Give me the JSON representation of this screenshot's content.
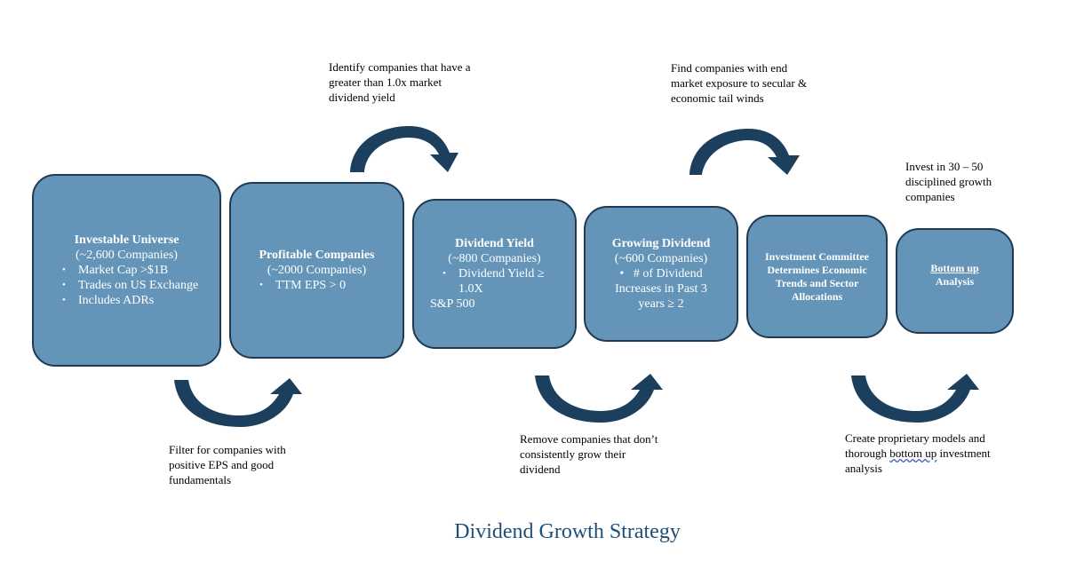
{
  "boxes": {
    "universe": {
      "title": "Investable Universe",
      "sub": "(~2,600 Companies)",
      "bullets": [
        "Market Cap >$1B",
        "Trades on US Exchange",
        "Includes ADRs"
      ]
    },
    "profitable": {
      "title": "Profitable Companies",
      "sub": "(~2000 Companies)",
      "bullets": [
        "TTM EPS > 0"
      ]
    },
    "yield": {
      "title": "Dividend Yield",
      "sub": "(~800 Companies)",
      "bullet_line1": "Dividend Yield ≥ 1.0X",
      "bullet_line2": "S&P 500"
    },
    "growing": {
      "title": "Growing Dividend",
      "sub": "(~600 Companies)",
      "bullet_line1": "# of Dividend",
      "bullet_line2": "Increases in Past 3",
      "bullet_line3": "years ≥ 2"
    },
    "committee": {
      "line1": "Investment Committee",
      "line2": "Determines Economic",
      "line3": "Trends and Sector",
      "line4": "Allocations"
    },
    "bottomup": {
      "line1": "Bottom up",
      "line2": "Analysis"
    }
  },
  "notes": {
    "yield_note": [
      "Identify companies that have a",
      "greater than 1.0x market",
      "dividend yield"
    ],
    "secular_note": [
      "Find companies with end",
      "market exposure to secular &",
      "economic tail winds"
    ],
    "invest_note": [
      "Invest in 30 – 50",
      "disciplined growth",
      "companies"
    ],
    "filter_note": [
      "Filter for companies with",
      "positive EPS and good",
      "fundamentals"
    ],
    "remove_note": [
      "Remove companies that don’t",
      "consistently grow their",
      "dividend"
    ],
    "models_note": {
      "line1": "Create proprietary models and",
      "line2_pre": "thorough ",
      "line2_wavy": "bottom up",
      "line2_post": " investment",
      "line3": "analysis"
    }
  },
  "caption": "Dividend Growth Strategy",
  "colors": {
    "box_fill": "#6495b9",
    "box_border": "#1f3a52",
    "arrow": "#1c3f5e",
    "caption": "#1f4e79"
  }
}
